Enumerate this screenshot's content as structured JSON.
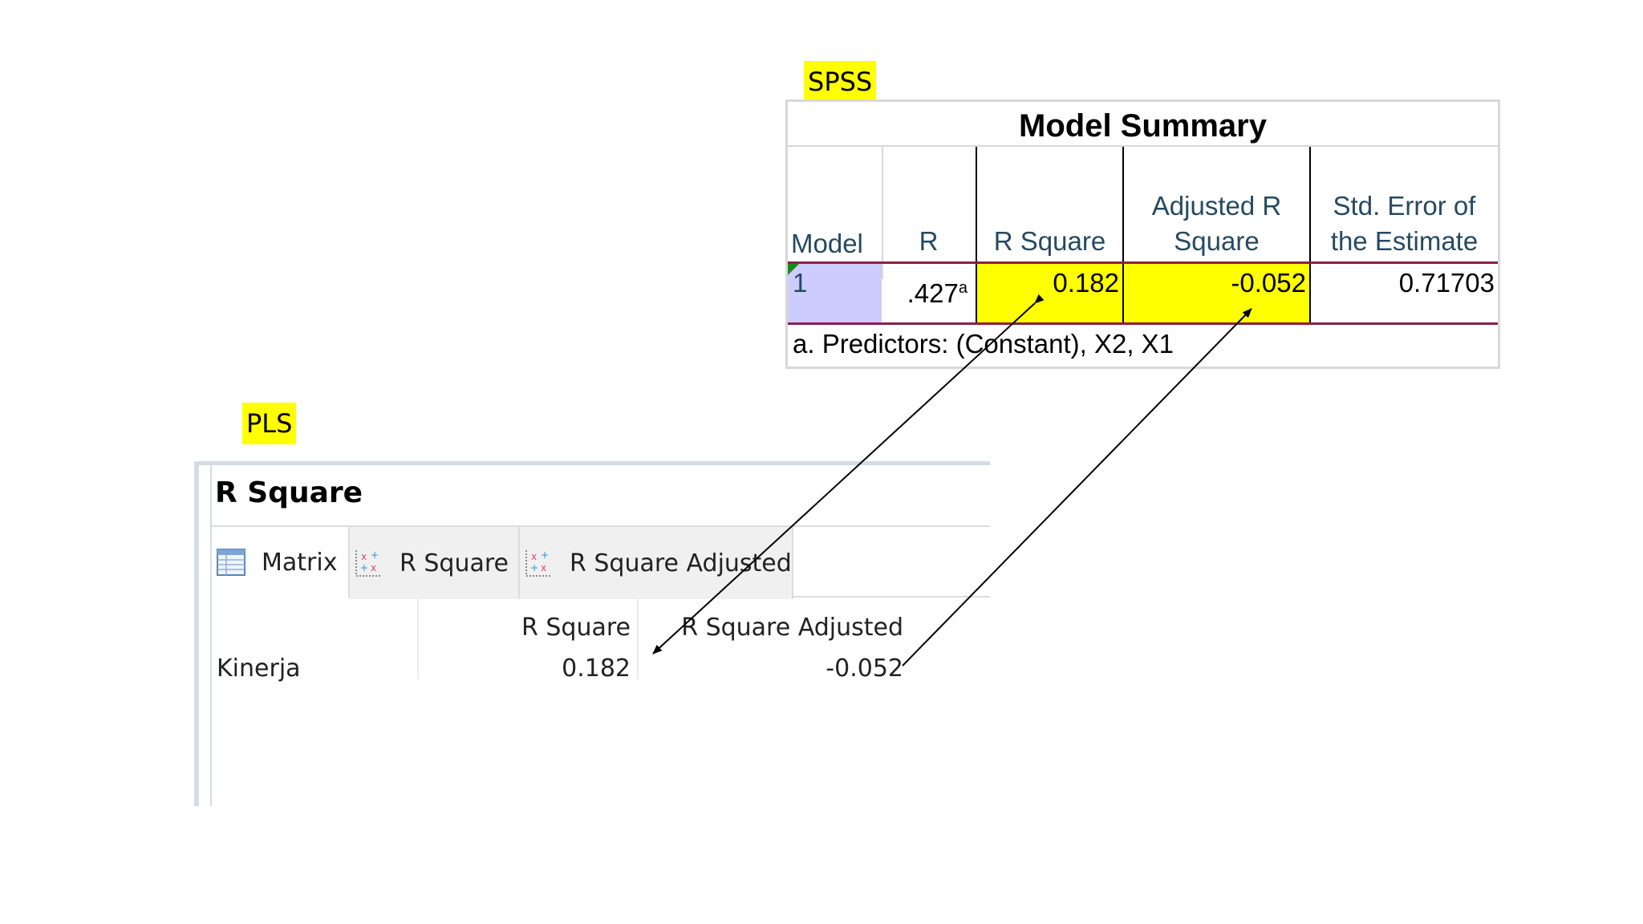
{
  "labels": {
    "spss": "SPSS",
    "pls": "PLS"
  },
  "spss": {
    "title": "Model Summary",
    "headers": {
      "model": "Model",
      "r": "R",
      "r_square": "R Square",
      "adjusted_line1": "Adjusted R",
      "adjusted_line2": "Square",
      "stderr_line1": "Std. Error of",
      "stderr_line2": "the Estimate"
    },
    "row": {
      "model": "1",
      "r": ".427",
      "r_sup": "a",
      "r_square": "0.182",
      "adjusted_r_square": "-0.052",
      "std_error": "0.71703"
    },
    "footnote": "a. Predictors: (Constant), X2, X1"
  },
  "pls": {
    "title": "R Square",
    "tabs": [
      {
        "label": "Matrix",
        "icon": "table-icon"
      },
      {
        "label": "R Square",
        "icon": "scatter-plot-icon"
      },
      {
        "label": "R Square Adjusted",
        "icon": "scatter-plot-icon"
      }
    ],
    "columns": [
      "R Square",
      "R Square Adjusted"
    ],
    "rows": [
      {
        "label": "Kinerja",
        "r_square": "0.182",
        "r_square_adjusted": "-0.052"
      }
    ]
  },
  "colors": {
    "highlight": "#ffff00",
    "header_text": "#264a60",
    "separator": "#8c1f4a",
    "selection": "#ccccff"
  }
}
